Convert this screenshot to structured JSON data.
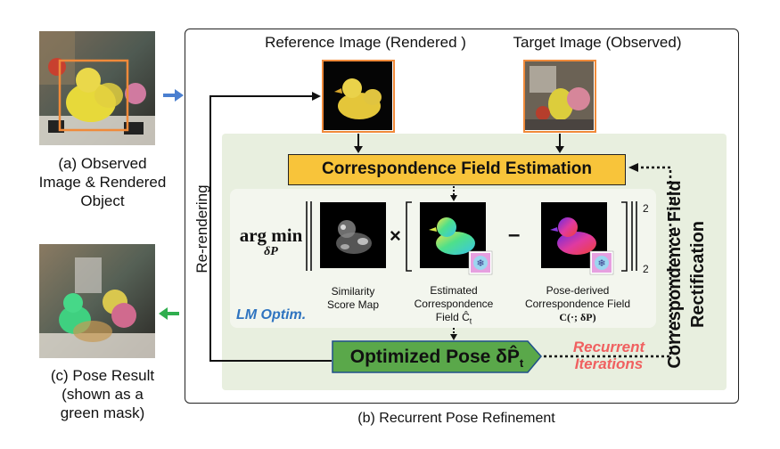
{
  "left_column": {
    "observed_caption": "(a) Observed\nImage & Rendered\nObject",
    "result_caption": "(c) Pose Result\n(shown as a\ngreen mask)"
  },
  "main": {
    "bottom_caption": "(b) Recurrent Pose Refinement",
    "reference_label": "Reference Image (Rendered )",
    "target_label": "Target Image (Observed)",
    "cfe_label": "Correspondence Field Estimation",
    "rerendering_label": "Re-rendering",
    "cfr_label_line1": "Correspondence Field",
    "cfr_label_line2": "Rectification",
    "argmin": "arg min",
    "argmin_sub": "δP",
    "times": "×",
    "minus": "–",
    "norm_sup": "2",
    "norm_sub": "2",
    "sim_caption": "Similarity\nScore Map",
    "est_caption": "Estimated\nCorrespondence\nField Ĉ",
    "est_caption_sub": "t",
    "pose_caption": "Pose-derived\nCorrespondence Field",
    "pose_caption_math": "C(·; δP)",
    "lm_label": "LM Optim.",
    "optimized_pose": "Optimized Pose δP̂",
    "optimized_pose_sub": "t",
    "recurrent_label": "Recurrent\nIterations"
  },
  "colors": {
    "cfe_fill": "#f8c43a",
    "pose_fill": "#5aa84a",
    "panel": "#e8efdf",
    "arrow_blue": "#4a7fd0",
    "arrow_green": "#2fae4e",
    "frame_orange": "#f08a3a",
    "lm_text": "#2f74c0",
    "recurrent_text": "#f06060"
  }
}
